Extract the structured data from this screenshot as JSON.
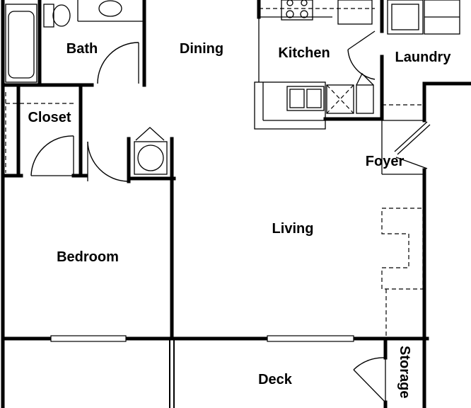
{
  "rooms": {
    "bath": "Bath",
    "dining": "Dining",
    "kitchen": "Kitchen",
    "laundry": "Laundry",
    "closet": "Closet",
    "foyer": "Foyer",
    "living": "Living",
    "bedroom": "Bedroom",
    "deck": "Deck",
    "storage": "Storage"
  }
}
